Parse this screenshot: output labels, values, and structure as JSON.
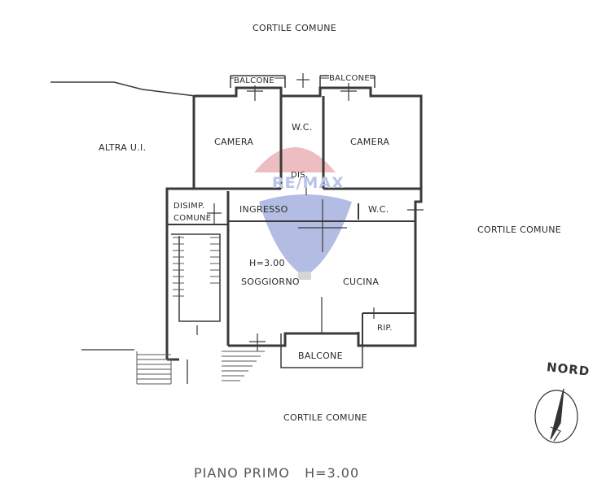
{
  "labels": {
    "cortile_top": "CORTILE COMUNE",
    "cortile_right": "CORTILE COMUNE",
    "cortile_bottom": "CORTILE COMUNE",
    "altra": "ALTRA U.I.",
    "balcone_left": "BALCONE",
    "balcone_right": "BALCONE",
    "balcone_bottom": "BALCONE",
    "camera_left": "CAMERA",
    "camera_right": "CAMERA",
    "wc_top": "W.C.",
    "wc_right": "W.C.",
    "dis": "DIS.",
    "ingresso": "INGRESSO",
    "disimp_line1": "DISIMP.",
    "disimp_line2": "COMUNE",
    "height": "H=3.00",
    "soggiorno": "SOGGIORNO",
    "cucina": "CUCINA",
    "rip": "RIP.",
    "nord": "NORD",
    "floor_title": "PIANO PRIMO   H=3.00"
  },
  "watermark": {
    "brand": "RE/MAX",
    "colors": {
      "red": "#e8a7ad",
      "blue": "#9aa8da"
    }
  },
  "colors": {
    "wall": "#3a3a3a",
    "stair": "#555555"
  }
}
